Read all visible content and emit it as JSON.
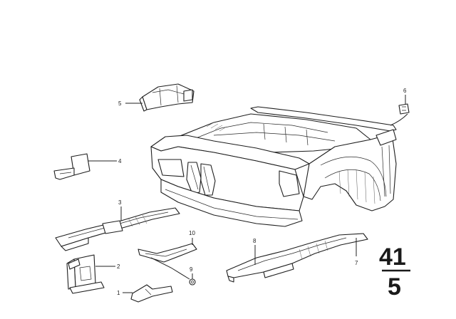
{
  "diagram": {
    "callouts": [
      "1",
      "2",
      "3",
      "4",
      "5",
      "6",
      "7",
      "8",
      "9",
      "10"
    ],
    "reference": {
      "group": "41",
      "sheet": "5"
    }
  }
}
